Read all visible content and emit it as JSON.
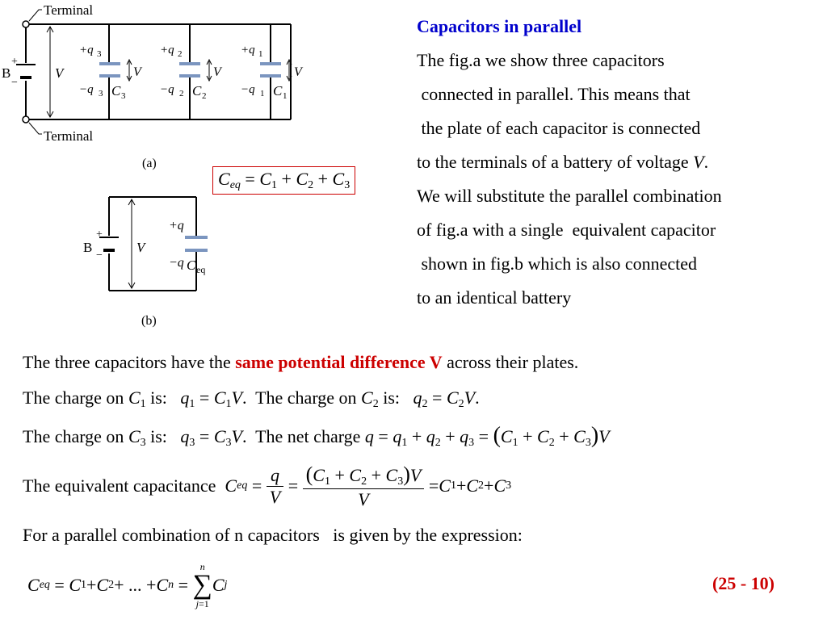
{
  "fig_a": {
    "terminal_top": "Terminal",
    "terminal_bottom": "Terminal",
    "battery": "B",
    "plus": "+",
    "minus": "−",
    "v": "V",
    "caps": [
      {
        "q_plus": "+q",
        "q_minus": "−q",
        "sub": "3",
        "cap": "C",
        "v": "V"
      },
      {
        "q_plus": "+q",
        "q_minus": "−q",
        "sub": "2",
        "cap": "C",
        "v": "V"
      },
      {
        "q_plus": "+q",
        "q_minus": "−q",
        "sub": "1",
        "cap": "C",
        "v": "V"
      }
    ],
    "caption": "(a)"
  },
  "fig_b": {
    "battery": "B",
    "plus": "+",
    "minus": "−",
    "v": "V",
    "q_plus": "+q",
    "q_minus": "−q",
    "cap": "C",
    "cap_sub": "eq",
    "caption": "(b)"
  },
  "boxed_eq": {
    "lhs": "C",
    "lhs_sub": "eq",
    "eq": "=",
    "c": "C",
    "s1": "1",
    "s2": "2",
    "s3": "3",
    "plus": "+"
  },
  "right_text": {
    "title": "Capacitors in parallel",
    "lines": [
      "The fig.a we show three capacitors",
      " connected in parallel. This means that",
      " the plate of each capacitor is connected",
      "to the terminals of a battery of voltage",
      "We will substitute the parallel combination",
      "of fig.a with a single  equivalent capacitor",
      " shown in fig.b which is also connected",
      "to an identical battery"
    ],
    "voltage_symbol": "V"
  },
  "body": {
    "line1_a": "The three capacitors have the ",
    "line1_b": "same potential difference V",
    "line1_c": " across their plates.",
    "charge_label": "The charge on ",
    "is": " is:",
    "net_charge": "The net charge",
    "equiv_label": "The equivalent capacitance",
    "parallel_label": "For a parallel combination of n capacitors",
    "parallel_label2": "is given by the expression:",
    "eq_number": "(25 - 10)"
  }
}
